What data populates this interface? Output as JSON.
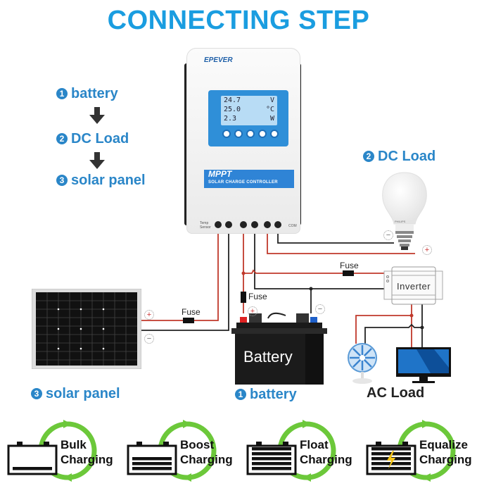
{
  "title": "CONNECTING STEP",
  "steps": [
    {
      "num": "1",
      "label": "battery"
    },
    {
      "num": "2",
      "label": "DC Load"
    },
    {
      "num": "3",
      "label": "solar panel"
    }
  ],
  "controller": {
    "brand": "EPEVER",
    "lcd": [
      {
        "value": "24.7",
        "unit": "V"
      },
      {
        "value": "25.0",
        "unit": "°C"
      },
      {
        "value": "2.3",
        "unit": "W"
      }
    ],
    "model_title": "MPPT",
    "model_subtitle": "SOLAR CHARGE CONTROLLER",
    "temp_sensor_label": "Temp Sensor",
    "com_label": "COM"
  },
  "components": {
    "dc_load_label": "DC Load",
    "dc_load_num": "2",
    "bulb_brand": "PHILIPS",
    "inverter_label": "Inverter",
    "battery_text": "Battery",
    "battery_label": "battery",
    "battery_num": "1",
    "solar_label": "solar panel",
    "solar_num": "3",
    "ac_load_label": "AC Load",
    "fuse_label": "Fuse",
    "plus": "+",
    "minus": "−"
  },
  "charging_modes": [
    {
      "line1": "Bulk",
      "line2": "Charging",
      "bars": 1,
      "bolt": false
    },
    {
      "line1": "Boost",
      "line2": "Charging",
      "bars": 3,
      "bolt": false
    },
    {
      "line1": "Float",
      "line2": "Charging",
      "bars": 5,
      "bolt": false
    },
    {
      "line1": "Equalize",
      "line2": "Charging",
      "bars": 5,
      "bolt": true
    }
  ],
  "colors": {
    "title_blue": "#1a9de0",
    "step_blue": "#2a86c8",
    "positive_wire": "#c0392b",
    "negative_wire": "#222222",
    "cycle_green": "#6cc83a"
  }
}
